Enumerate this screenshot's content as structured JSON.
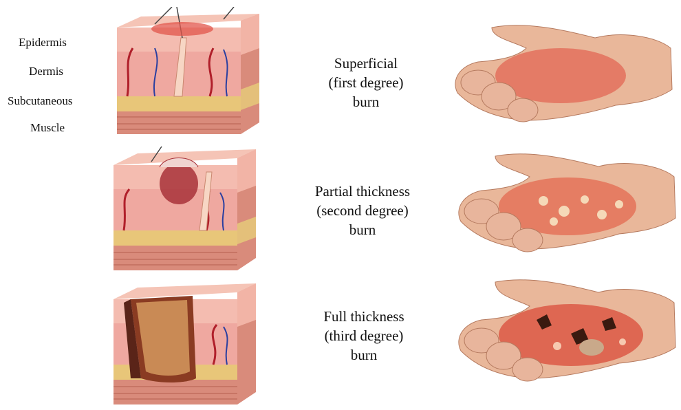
{
  "layers": {
    "epidermis": "Epidermis",
    "dermis": "Dermis",
    "subcutaneous": "Subcutaneous",
    "muscle": "Muscle"
  },
  "burns": [
    {
      "line1": "Superficial",
      "line2": "(first degree)",
      "line3": "burn"
    },
    {
      "line1": "Partial thickness",
      "line2": "(second degree)",
      "line3": "burn"
    },
    {
      "line1": "Full thickness",
      "line2": "(third degree)",
      "line3": "burn"
    }
  ],
  "colors": {
    "skin": "#f3b6a8",
    "dermis": "#eea39a",
    "fat": "#e9c97a",
    "muscle": "#d98b7b",
    "burn_red": "#cf3a2e",
    "char": "#5a2418",
    "hand": "#e9b79a"
  }
}
